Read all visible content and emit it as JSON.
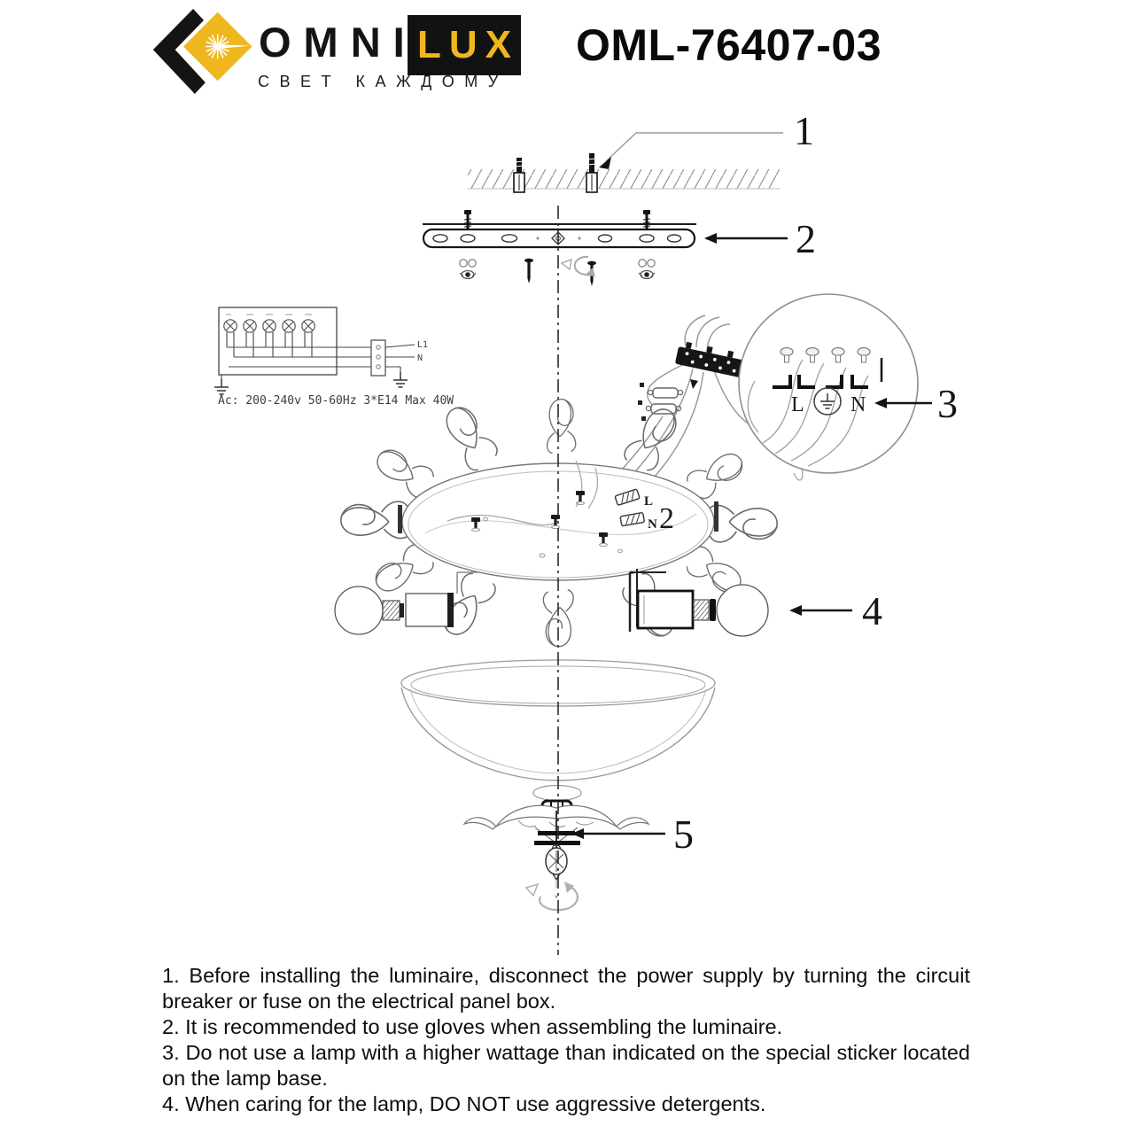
{
  "header": {
    "brand_omni": "OMNI",
    "brand_lux": "LUX",
    "tagline": "СВЕТ КАЖДОМУ",
    "model": "OML-76407-03",
    "brand_yellow": "#EFB71E",
    "brand_black": "#121212"
  },
  "diagram": {
    "callout_1": "1",
    "callout_2": "2",
    "callout_3": "3",
    "callout_4": "4",
    "callout_5": "5",
    "circuit": {
      "specs": "Ac: 200-240v  50-60Hz  3*E14 Max 40W",
      "terminal_label_line": "L1",
      "terminal_label_neutral": "N"
    },
    "wiring_detail": {
      "label_live": "L",
      "label_neutral": "N"
    },
    "canopy": {
      "label_live": "L",
      "label_neutral": "N",
      "label_bracket": "2"
    }
  },
  "instructions": [
    "1. Before installing the luminaire, disconnect the power supply by turning the circuit breaker or fuse on the electrical panel box.",
    "2. It is recommended to use gloves when assembling the luminaire.",
    "3. Do not use a lamp with a higher wattage than indicated on the special sticker located on the lamp base.",
    "4. When caring for the lamp, DO NOT use aggressive detergents."
  ]
}
